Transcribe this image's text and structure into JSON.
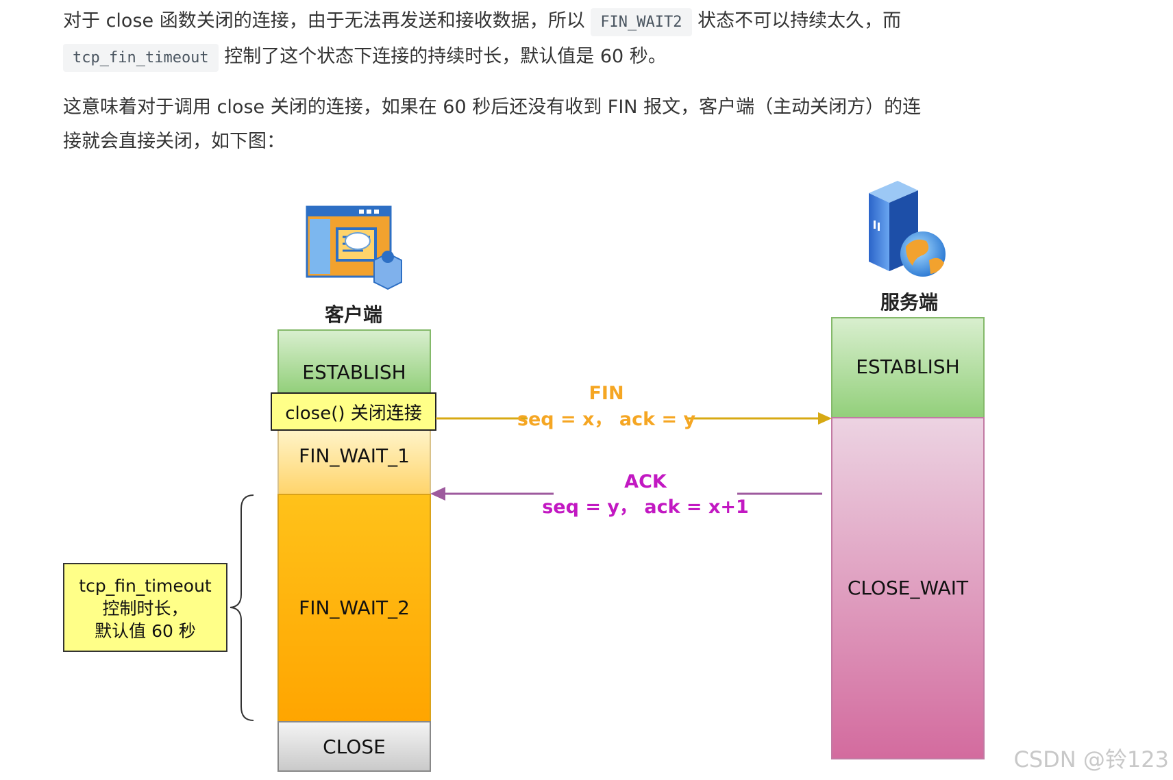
{
  "text": {
    "p1_a": "对于 close 函数关闭的连接，由于无法再发送和接收数据，所以",
    "p1_code1": "FIN_WAIT2",
    "p1_b": "状态不可以持续太久，而",
    "p1_code2": "tcp_fin_timeout",
    "p1_c": "控制了这个状态下连接的持续时长，默认值是 60 秒。",
    "p2_a": "这意味着对于调用 close 关闭的连接，如果在 60 秒后还没有收到 FIN 报文，客户端（主动关闭方）的连",
    "p2_b": "接就会直接关闭，如下图："
  },
  "diagram": {
    "client_label": "客户端",
    "server_label": "服务端",
    "client_states": [
      "ESTABLISH",
      "close() 关闭连接",
      "FIN_WAIT_1",
      "FIN_WAIT_2",
      "CLOSE"
    ],
    "server_states": [
      "ESTABLISH",
      "CLOSE_WAIT"
    ],
    "fin_title": "FIN",
    "fin_seq": "seq = x，  ack = y",
    "ack_title": "ACK",
    "ack_seq": "seq = y，  ack = x+1",
    "note_lines": [
      "tcp_fin_timeout",
      "控制时长，",
      "默认值 60 秒"
    ],
    "watermark": "CSDN @铃123"
  },
  "colors": {
    "fin": "#f5a623",
    "fin_line": "#d7a913",
    "ack": "#c218c2",
    "ack_line": "#9e5a9e",
    "note_bg": "#ffff88"
  }
}
